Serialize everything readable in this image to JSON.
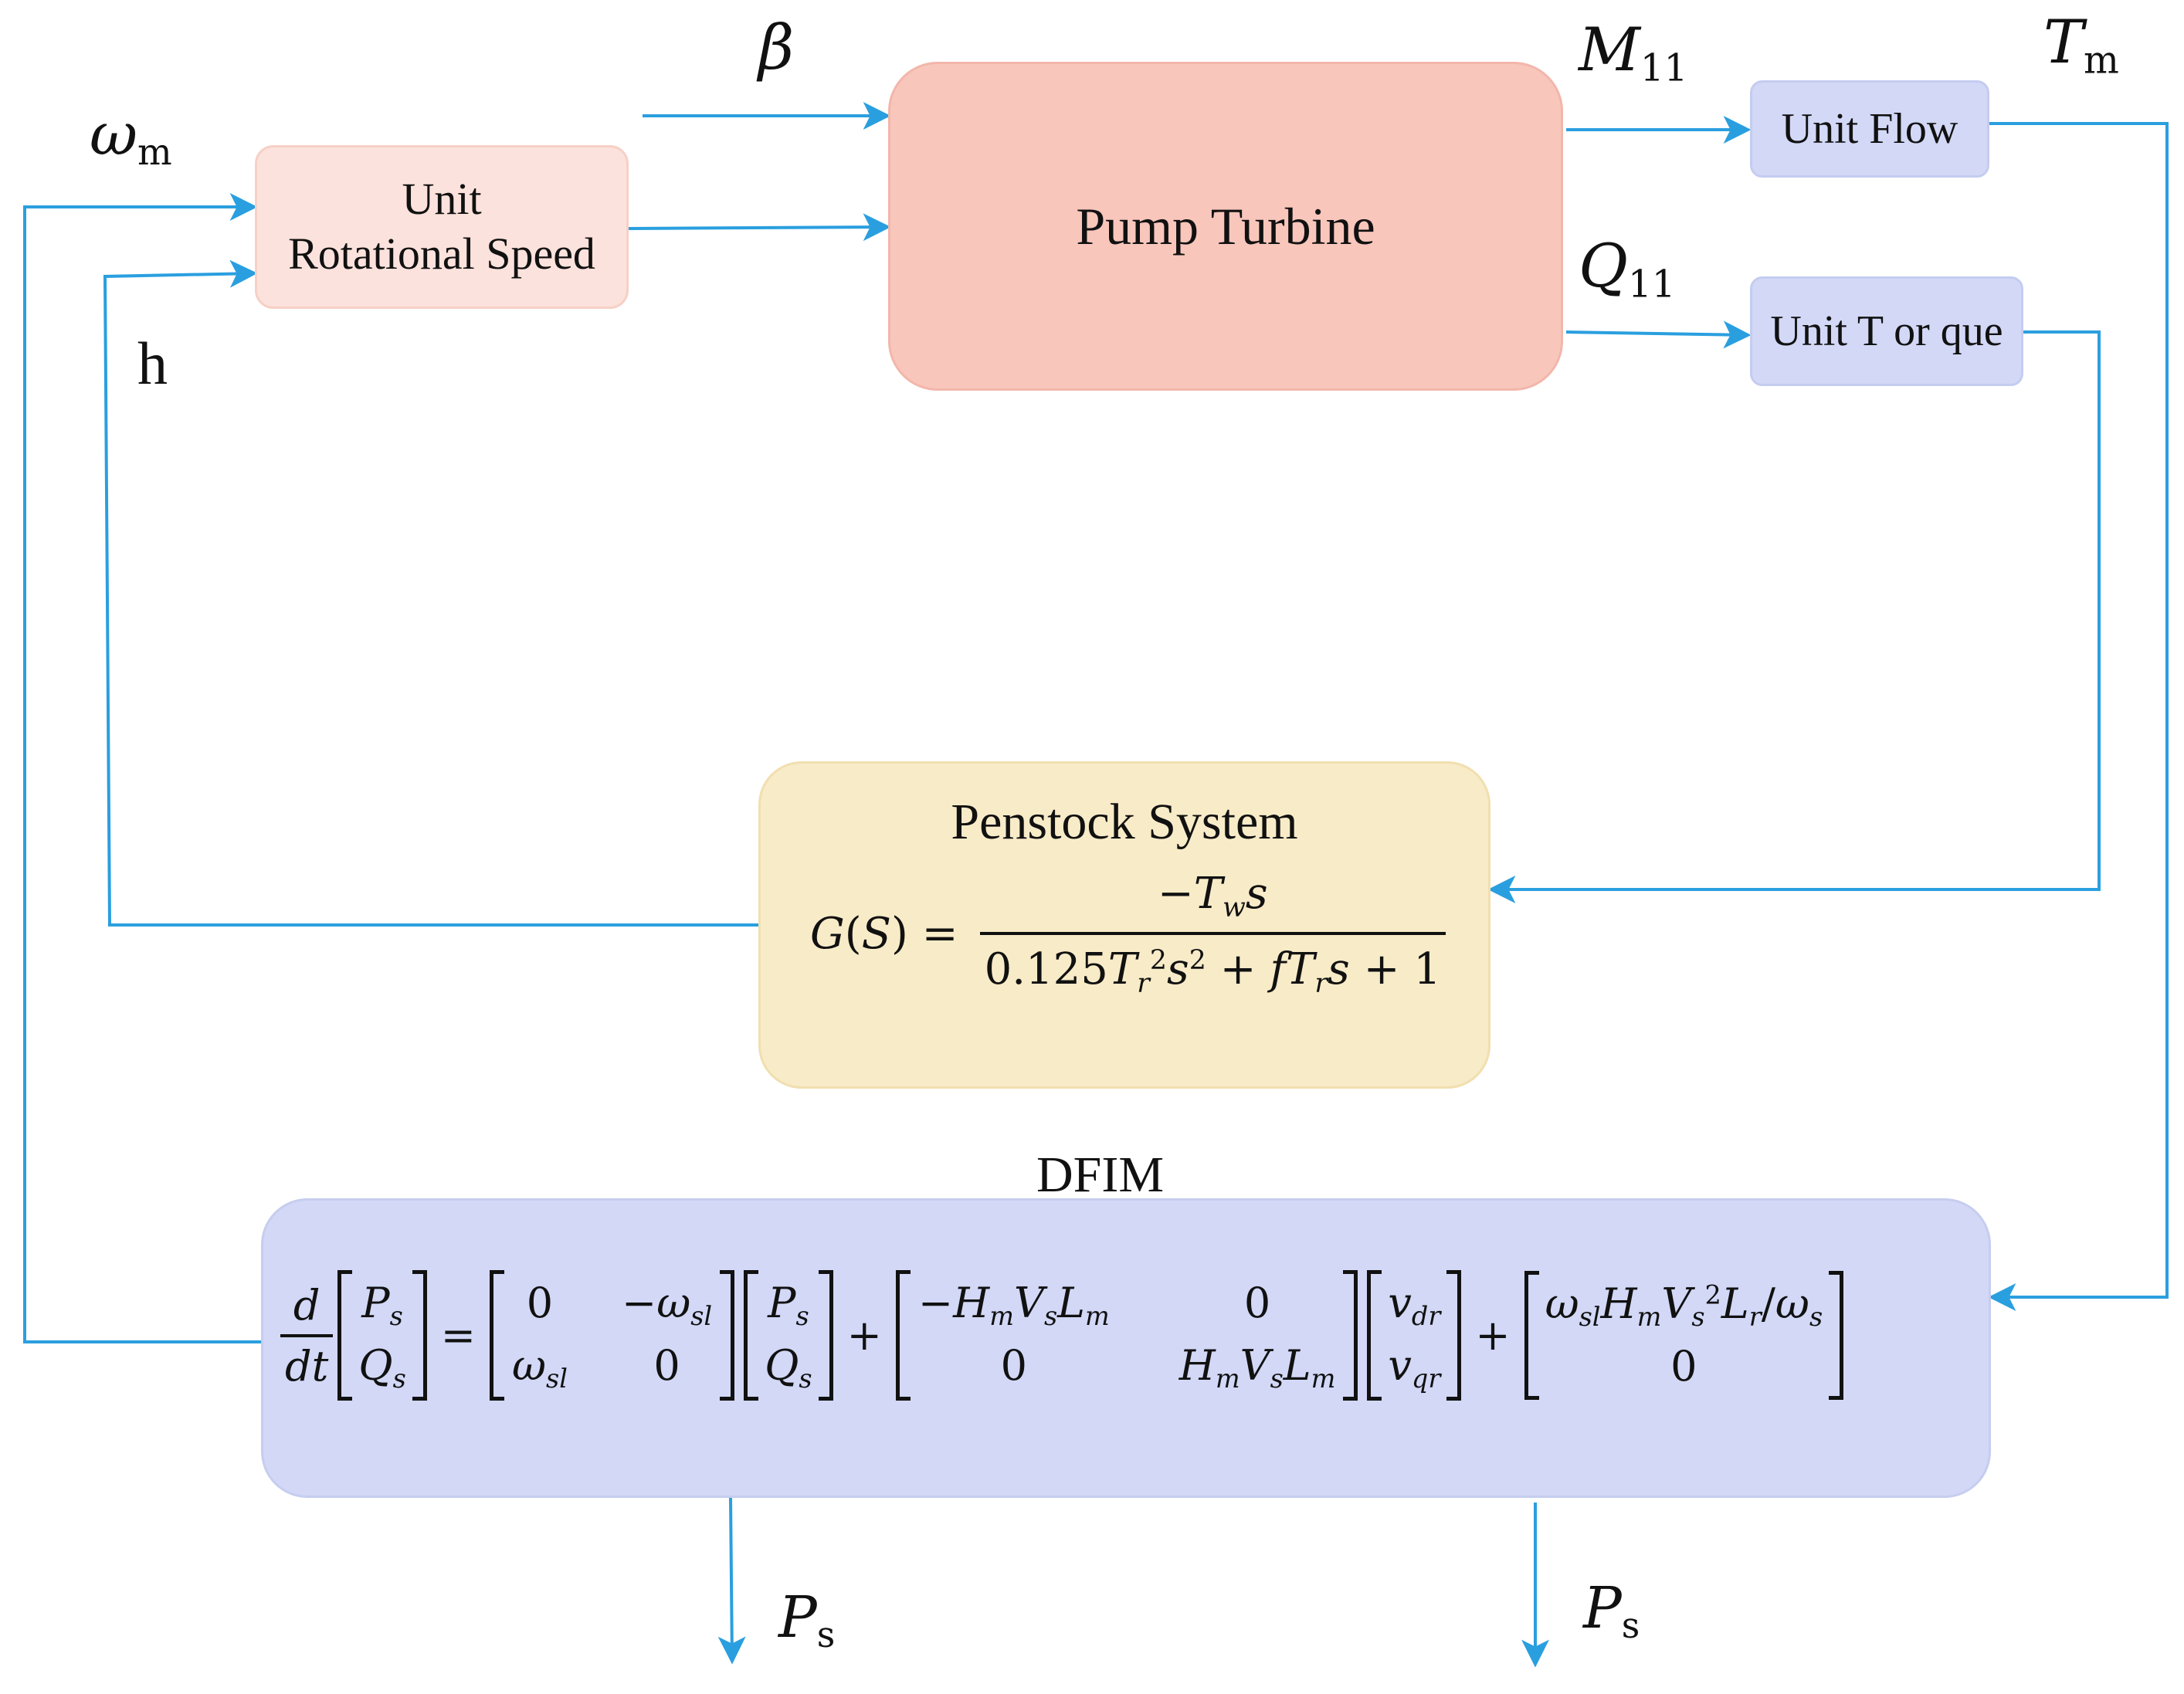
{
  "blocks": {
    "unit_speed": {
      "line1": "Unit",
      "line2": "Rotational Speed"
    },
    "pump_turbine": {
      "label": "Pump Turbine"
    },
    "unit_flow": {
      "label": "Unit Flow"
    },
    "unit_torque": {
      "label": "Unit T or que"
    },
    "penstock": {
      "title": "Penstock System",
      "lhs": "G(S) =",
      "numerator": "−T_w s",
      "denominator": "0.125T_r²s² + fT_r s + 1"
    },
    "dfim": {
      "title": "DFIM",
      "equation": "d/dt [P_s; Q_s] = [0, −ω_sl; ω_sl, 0][P_s; Q_s] + [−H_m V_s L_m, 0; 0, H_m V_s L_m][v_dr; v_qr] + [ω_sl H_m V_s² L_r/ω_s; 0]"
    }
  },
  "signals": {
    "omega_m": {
      "base": "ω",
      "sub": "m"
    },
    "h": {
      "base": "h"
    },
    "beta": {
      "base": "β"
    },
    "m11": {
      "base": "M",
      "sub": "11"
    },
    "q11": {
      "base": "Q",
      "sub": "11"
    },
    "tm": {
      "base": "T",
      "sub": "m"
    },
    "ps_left": {
      "base": "P",
      "sub": "s"
    },
    "ps_right": {
      "base": "P",
      "sub": "s"
    }
  },
  "colors": {
    "arrow": "#2a9fdf",
    "unit_speed_fill": "#fce2dc",
    "pump_fill": "#f9c6bc",
    "unit_block_fill": "#d2d8f6",
    "penstock_fill": "#f8ebc8",
    "dfim_fill": "#d2d8f6"
  }
}
